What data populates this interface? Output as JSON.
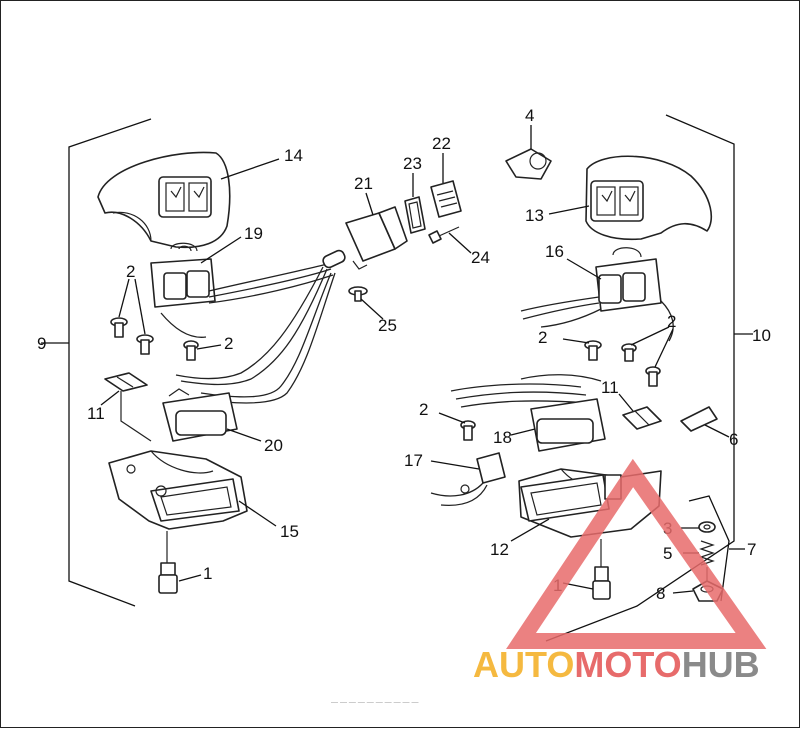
{
  "callouts": {
    "c1a": "1",
    "c1b": "1",
    "c2a": "2",
    "c2b": "2",
    "c2c": "2",
    "c2d": "2",
    "c2e": "2",
    "c3": "3",
    "c4": "4",
    "c5": "5",
    "c6": "6",
    "c7": "7",
    "c8": "8",
    "c9": "9",
    "c10": "10",
    "c11a": "11",
    "c11b": "11",
    "c12": "12",
    "c13": "13",
    "c14": "14",
    "c15": "15",
    "c16": "16",
    "c17": "17",
    "c18": "18",
    "c19": "19",
    "c20": "20",
    "c21": "21",
    "c22": "22",
    "c23": "23",
    "c24": "24",
    "c25": "25"
  },
  "watermark": {
    "part1": "AUTO",
    "part2": "MOTO",
    "part3": "HUB",
    "color1": "#f5b940",
    "color2": "#e76b6b",
    "color3": "#8a8a8a"
  },
  "footer": "— — — — — —  —  —  —  —"
}
